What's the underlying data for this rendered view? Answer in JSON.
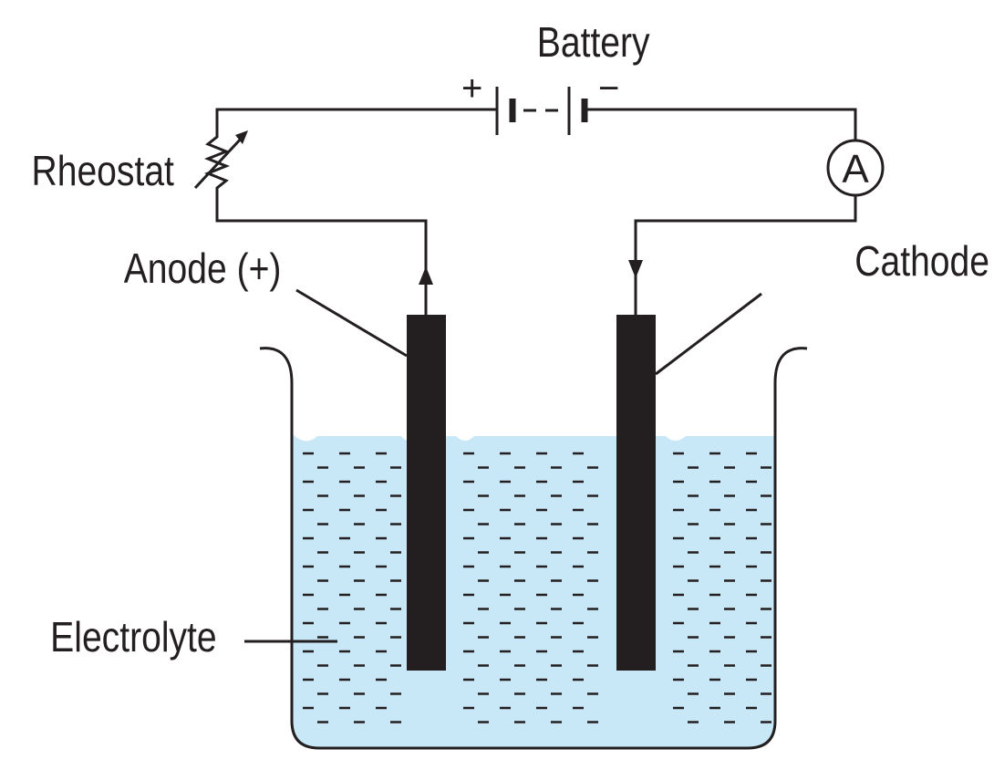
{
  "diagram": {
    "title": "",
    "labels": {
      "battery": "Battery",
      "battery_positive": "+",
      "battery_negative": "−",
      "rheostat": "Rheostat",
      "ammeter": "A",
      "anode": "Anode (+)",
      "cathode": "Cathode (–)",
      "electrolyte": "Electrolyte"
    },
    "colors": {
      "electrolyte": "#c9e8f7",
      "electrode": "#231f20",
      "line": "#231f20"
    }
  }
}
